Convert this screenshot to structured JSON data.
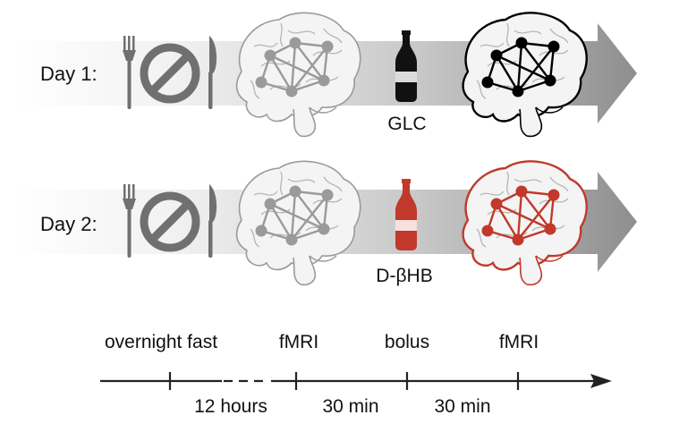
{
  "colors": {
    "background": "#ffffff",
    "arrow_dark": "#8e8e8e",
    "no_food_sign": "#707070",
    "brain_outline": "#9a9a9a",
    "network_gray": "#9a9a9a",
    "network_black": "#000000",
    "network_red": "#c0392b",
    "bottle_black": "#111111",
    "bottle_red": "#c0392b"
  },
  "rows": [
    {
      "day_label": "Day 1:",
      "substance_label": "GLC",
      "bottle_icon": "glucose-bottle-icon",
      "post_network_color": "black"
    },
    {
      "day_label": "Day 2:",
      "substance_label": "D-βHB",
      "bottle_icon": "ketone-bottle-icon",
      "post_network_color": "red"
    }
  ],
  "timeline": {
    "top_labels": [
      "overnight fast",
      "fMRI",
      "bolus",
      "fMRI"
    ],
    "interval_labels": [
      "12 hours",
      "30 min",
      "30 min"
    ]
  },
  "icons": [
    "no-food-icon",
    "fork-icon",
    "knife-icon",
    "brain-icon",
    "bottle-icon",
    "timeline-arrow-icon"
  ]
}
